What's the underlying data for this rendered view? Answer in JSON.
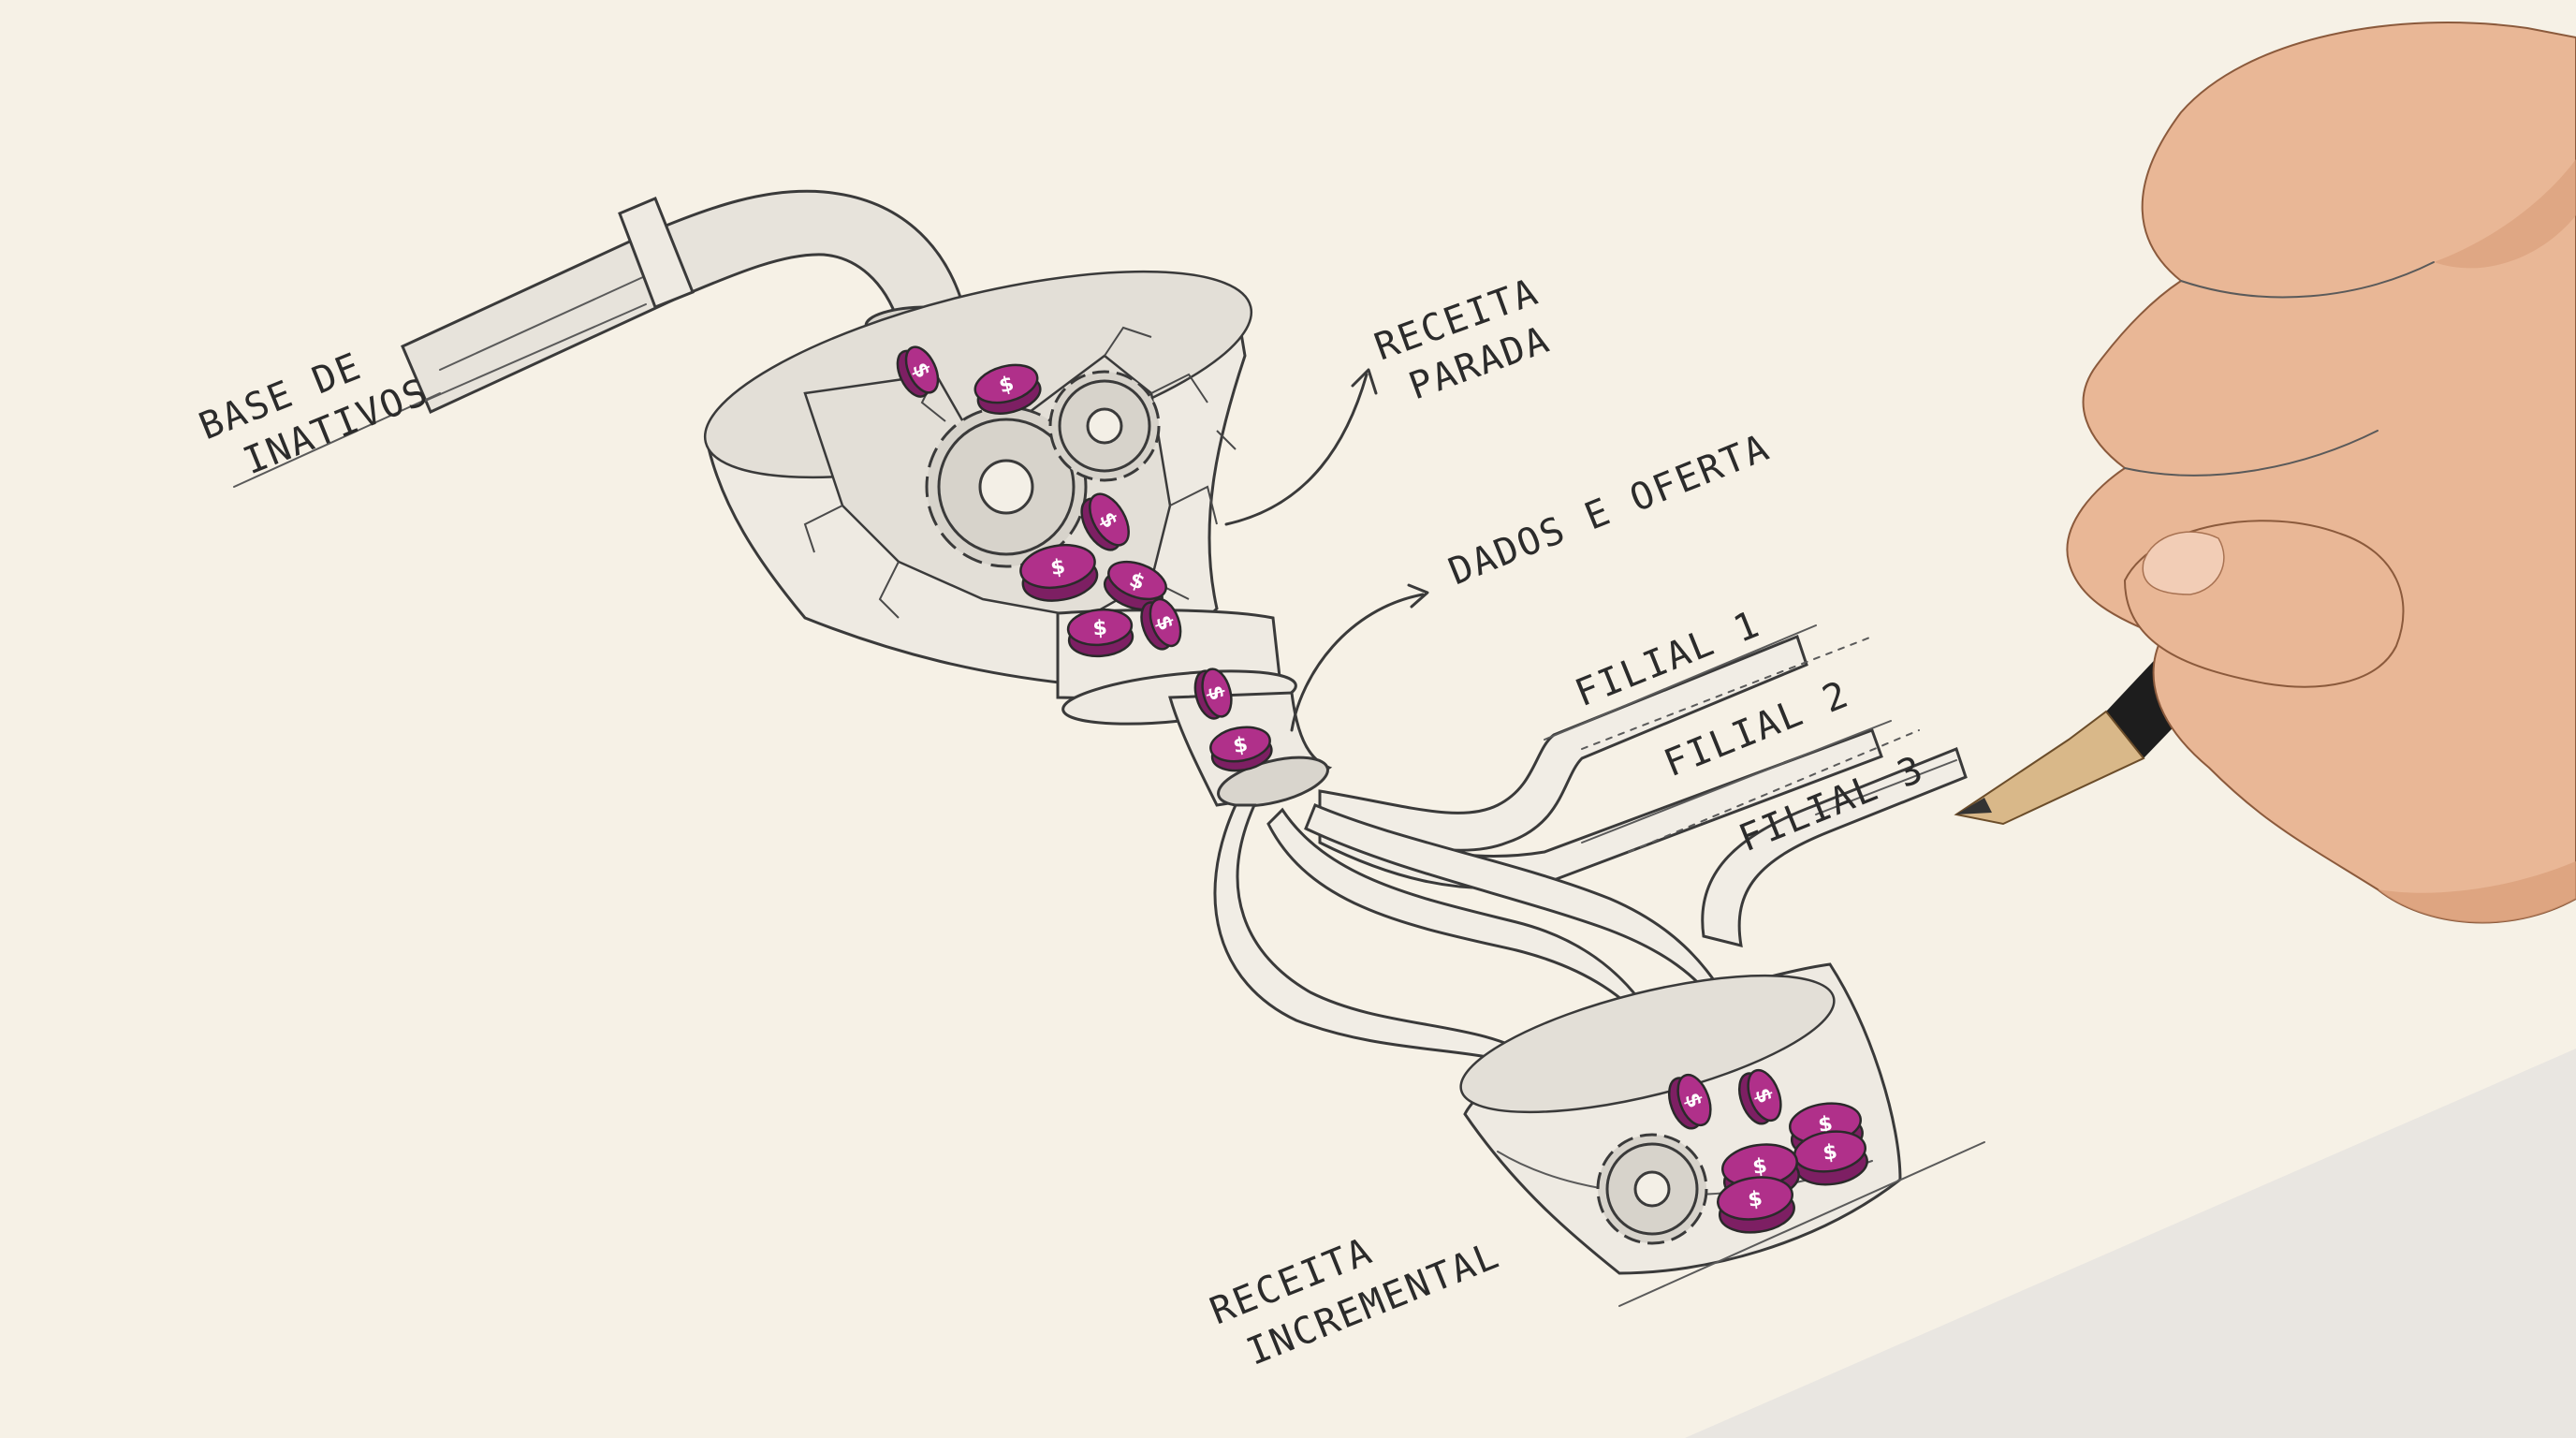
{
  "labels": {
    "base_de_inativos": [
      "BASE DE",
      "INATIVOS"
    ],
    "receita_parada": [
      "RECEITA",
      "PARADA"
    ],
    "dados_e_oferta": "DADOS E OFERTA",
    "filial_1": "FILIAL 1",
    "filial_2": "FILIAL 2",
    "filial_3": "FILIAL 3",
    "receita_incremental": [
      "RECEITA",
      "INCREMENTAL"
    ]
  },
  "coin_symbol": "$",
  "icons": {
    "coin": "dollar-coin-icon",
    "gear": "gear-icon",
    "pipe": "pipe-icon",
    "funnel": "funnel-icon",
    "bowl": "bowl-icon",
    "hand": "hand-icon",
    "pencil": "pencil-icon"
  },
  "colors": {
    "paper": "#f6f1e6",
    "ink": "#3a3a3a",
    "coin": "#b0308a",
    "coin_edge": "#7d1f63"
  }
}
